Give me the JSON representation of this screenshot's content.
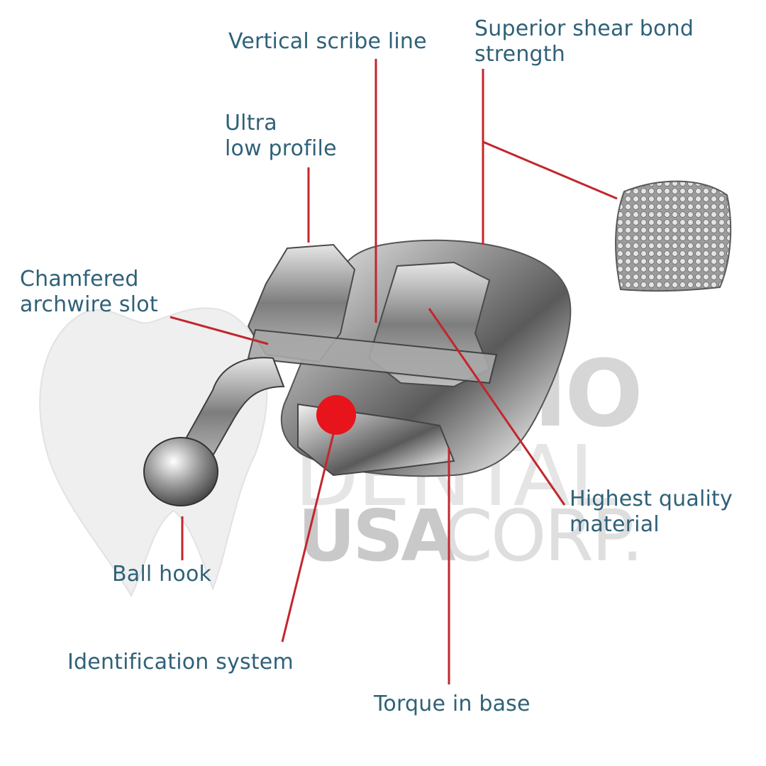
{
  "colors": {
    "label_text": "#2f6178",
    "leader_line": "#c2262d",
    "identification_dot": "#e8141b",
    "watermark": "#d0d0d0",
    "background": "#ffffff"
  },
  "watermark": {
    "line1": "ORTHO",
    "line2": "DENTAL",
    "line3_bold": "USA",
    "line3_light": "CORP."
  },
  "labels": {
    "vertical_scribe_line": "Vertical scribe line",
    "superior_shear_bond_strength": "Superior shear bond\nstrength",
    "ultra_low_profile": "Ultra\nlow profile",
    "chamfered_archwire_slot": "Chamfered\narchwire slot",
    "highest_quality_material": "Highest quality\nmaterial",
    "ball_hook": "Ball hook",
    "identification_system": "Identification system",
    "torque_in_base": "Torque in base"
  }
}
